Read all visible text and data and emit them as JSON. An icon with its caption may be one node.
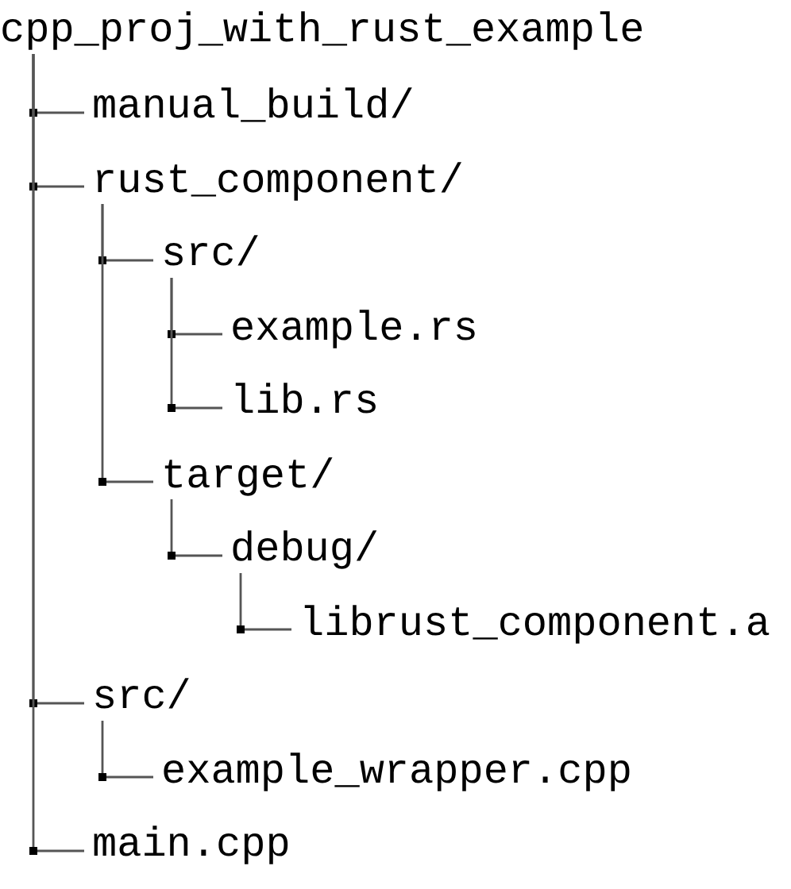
{
  "diagram": {
    "nodes": [
      {
        "text": [
          "cpp_proj_with_rust_example"
        ]
      },
      {
        "text": [
          "manual_build/"
        ]
      },
      {
        "text": [
          "rust_component/"
        ]
      },
      {
        "text": [
          "src/"
        ]
      },
      {
        "text": [
          "example.rs"
        ]
      },
      {
        "text": [
          "lib.rs"
        ]
      },
      {
        "text": [
          "target/"
        ]
      },
      {
        "text": [
          "debug/"
        ]
      },
      {
        "text": [
          "librust_component.a"
        ]
      },
      {
        "text": [
          "src/"
        ]
      },
      {
        "text": [
          "example_wrapper.cpp"
        ]
      },
      {
        "text": [
          "main.cpp"
        ]
      }
    ],
    "edges": [
      {
        "from": 0,
        "to": 1,
        "arrow": "none"
      },
      {
        "from": 0,
        "to": 2,
        "arrow": "none"
      },
      {
        "from": 2,
        "to": 3,
        "arrow": "none"
      },
      {
        "from": 3,
        "to": 4,
        "arrow": "none"
      },
      {
        "from": 3,
        "to": 5,
        "arrow": "none"
      },
      {
        "from": 2,
        "to": 6,
        "arrow": "none"
      },
      {
        "from": 6,
        "to": 7,
        "arrow": "none"
      },
      {
        "from": 7,
        "to": 8,
        "arrow": "none"
      },
      {
        "from": 0,
        "to": 9,
        "arrow": "none"
      },
      {
        "from": 9,
        "to": 10,
        "arrow": "none"
      },
      {
        "from": 0,
        "to": 11,
        "arrow": "none"
      }
    ]
  }
}
